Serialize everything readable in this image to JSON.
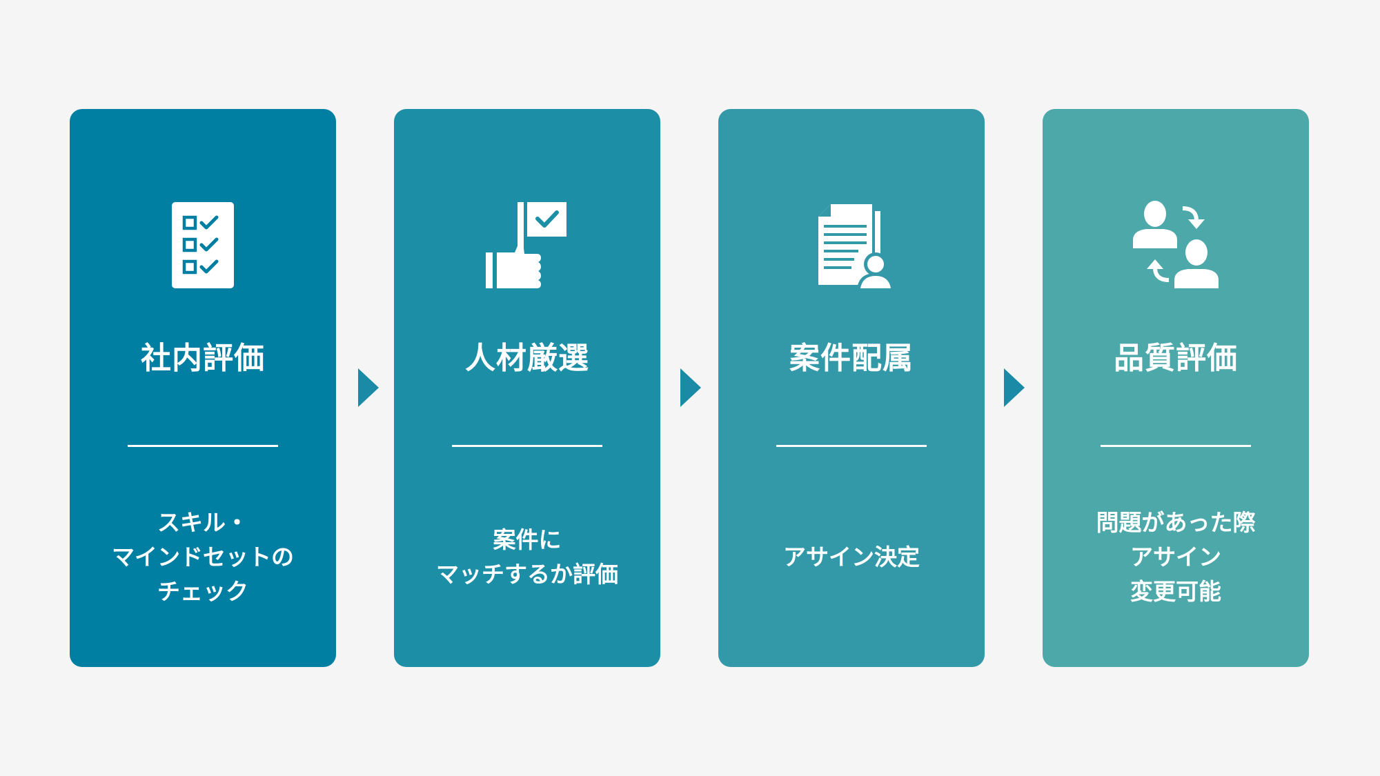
{
  "colors": {
    "background": "#f5f5f5",
    "arrow": "#1a8aa6",
    "text": "#ffffff"
  },
  "steps": [
    {
      "title": "社内評価",
      "icon": "checklist-icon",
      "color": "#007fa3",
      "description": [
        "スキル・",
        "マインドセットの",
        "チェック"
      ]
    },
    {
      "title": "人材厳選",
      "icon": "flag-thumbs-up-icon",
      "color": "#1c8fa7",
      "description": [
        "案件に",
        "マッチするか評価"
      ]
    },
    {
      "title": "案件配属",
      "icon": "document-person-icon",
      "color": "#3399a8",
      "description": [
        "アサイン決定"
      ]
    },
    {
      "title": "品質評価",
      "icon": "swap-users-icon",
      "color": "#4da8aa",
      "description": [
        "問題があった際",
        "アサイン",
        "変更可能"
      ]
    }
  ]
}
